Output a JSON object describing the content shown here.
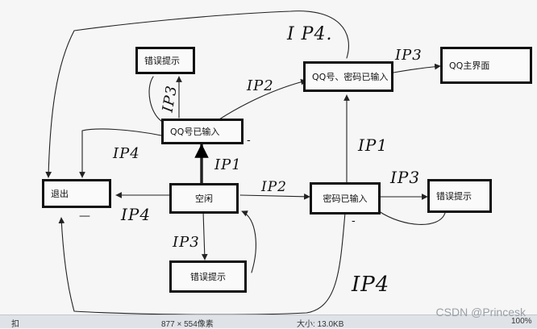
{
  "nodes": {
    "error_top": "错误提示",
    "qq_entered": "QQ号已输入",
    "both_entered": "QQ号、密码已输入",
    "qq_main": "QQ主界面",
    "exit": "退出",
    "idle": "空闲",
    "pwd_entered": "密码已输入",
    "error_right": "错误提示",
    "error_bottom": "错误提示"
  },
  "transitions": {
    "ip4_top": "I P4.",
    "ip3_main": "IP3",
    "ip2": "IP2",
    "ip3_upper_error": "IP3",
    "ip4_from_qq": "IP4",
    "ip1_to_qq": "IP1",
    "ip1_to_both": "IP1",
    "ip2_to_pwd": "IP2",
    "ip3_right_error": "IP3",
    "ip4_to_exit": "IP4",
    "ip3_lower_error": "IP3",
    "ip4_bottom": "IP4"
  },
  "marks": {
    "dash_qq": "-",
    "dash_exit": "—",
    "dash_pwd": "-"
  },
  "statusbar": {
    "seg1": "扣",
    "seg2": "877 × 554像素",
    "seg3": "大小: 13.0KB",
    "seg4": "100%"
  },
  "watermark": "CSDN @Princesk"
}
